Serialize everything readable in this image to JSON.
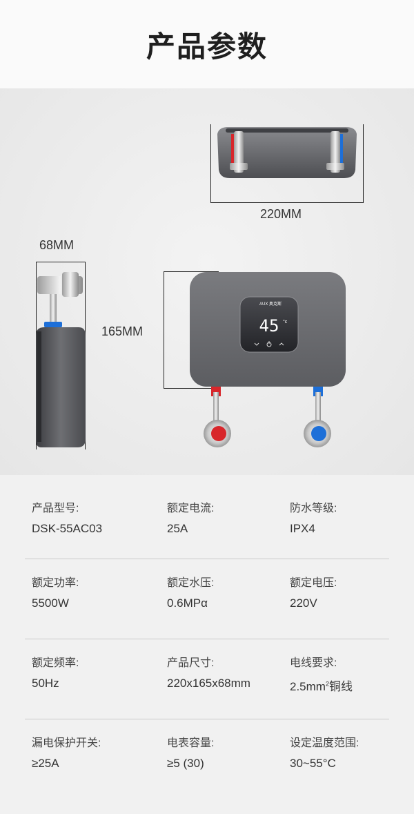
{
  "header": {
    "title": "产品参数"
  },
  "dimensions": {
    "width": "220MM",
    "depth": "68MM",
    "height": "165MM"
  },
  "device": {
    "brand": "AUX 奥克斯",
    "display_temp": "45",
    "temp_unit": "°c"
  },
  "colors": {
    "hot": "#d8262b",
    "cold": "#1d6fd8",
    "body": "#6c6d71"
  },
  "specs": [
    {
      "label": "产品型号:",
      "value": "DSK-55AC03"
    },
    {
      "label": "额定电流:",
      "value": "25A"
    },
    {
      "label": "防水等级:",
      "value": "IPX4"
    },
    {
      "label": "额定功率:",
      "value": "5500W"
    },
    {
      "label": "额定水压:",
      "value": "0.6MPα"
    },
    {
      "label": "额定电压:",
      "value": "220V"
    },
    {
      "label": "额定频率:",
      "value": "50Hz"
    },
    {
      "label": "产品尺寸:",
      "value": "220x165x68mm"
    },
    {
      "label": "电线要求:",
      "value": "2.5mm",
      "value_sup": "2",
      "value_suffix": "铜线"
    },
    {
      "label": "漏电保护开关:",
      "value": "≥25A"
    },
    {
      "label": "电表容量:",
      "value": "≥5 (30)"
    },
    {
      "label": "设定温度范围:",
      "value": "30~55°C"
    }
  ]
}
